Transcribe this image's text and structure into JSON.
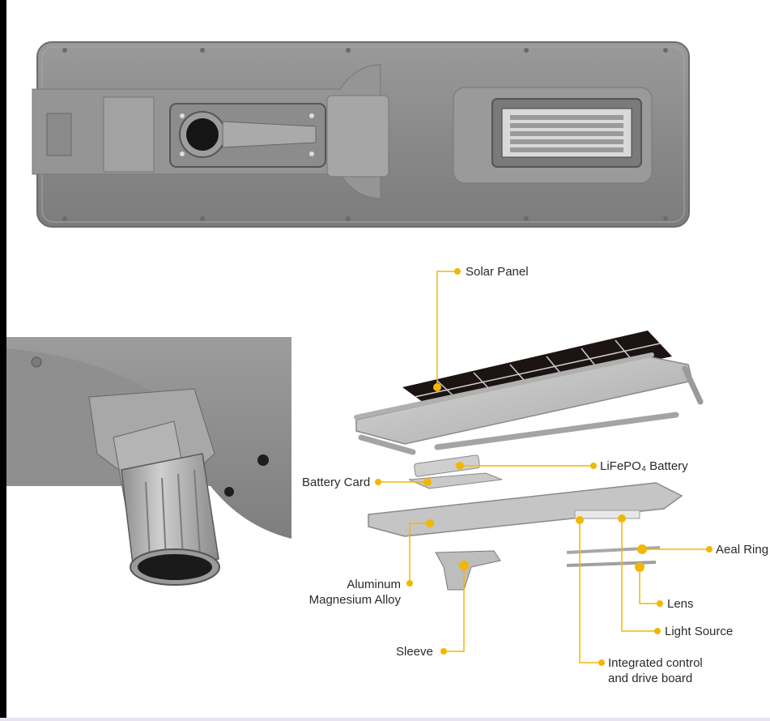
{
  "colors": {
    "accent": "#f2b705",
    "housing": "#8c8c8c",
    "housing_light": "#b4b4b4",
    "solar_cell": "#1c1412",
    "text": "#2a2a2a"
  },
  "labels": {
    "solar_panel": "Solar Panel",
    "lifepo4_battery": "LiFePO₄ Battery",
    "battery_card": "Battery Card",
    "aeal_ring": "Aeal Ring",
    "aluminum_line1": "Aluminum",
    "aluminum_line2": "Magnesium Alloy",
    "lens": "Lens",
    "light_source": "Light Source",
    "sleeve": "Sleeve",
    "board_line1": "Integrated control",
    "board_line2": "and drive board"
  }
}
